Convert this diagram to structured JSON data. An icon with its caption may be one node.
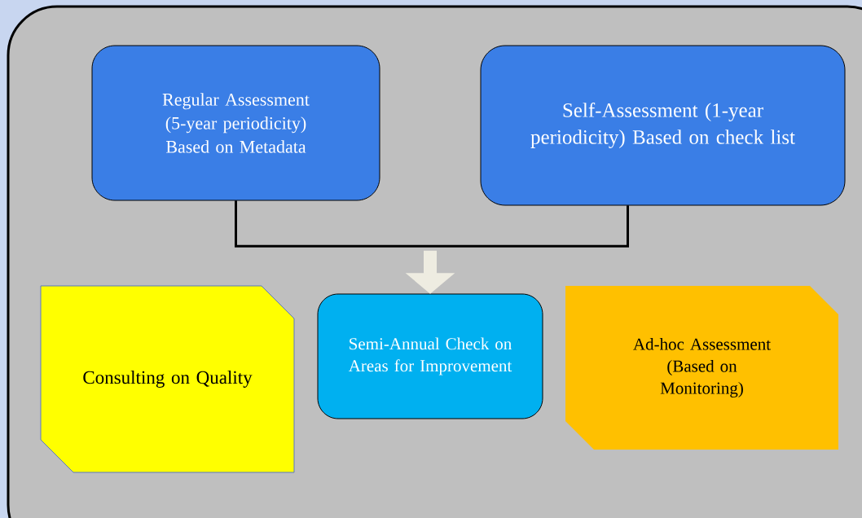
{
  "diagram": {
    "nodes": [
      {
        "text": [],
        "shape": "box"
      },
      {
        "text": [
          "Regular Assessment (5-year periodicity) Based on Metadata"
        ],
        "in": 0
      },
      {
        "text": [
          "Self-Assessment (1-year periodicity) Based on check list"
        ],
        "in": 0
      },
      {
        "text": [
          "Consulting on Quality"
        ],
        "in": 0
      },
      {
        "text": [
          "Semi-Annual Check on Areas for Improvement"
        ],
        "in": 0
      },
      {
        "text": [
          "Ad-hoc Assessment (Based on Monitoring)"
        ],
        "in": 0
      }
    ],
    "edges": [
      {
        "from": 1,
        "to": 2,
        "arrow": "none"
      },
      {
        "from": null,
        "to": 4,
        "arrow": "to",
        "style": "thick",
        "color": "#eeece1"
      }
    ]
  }
}
